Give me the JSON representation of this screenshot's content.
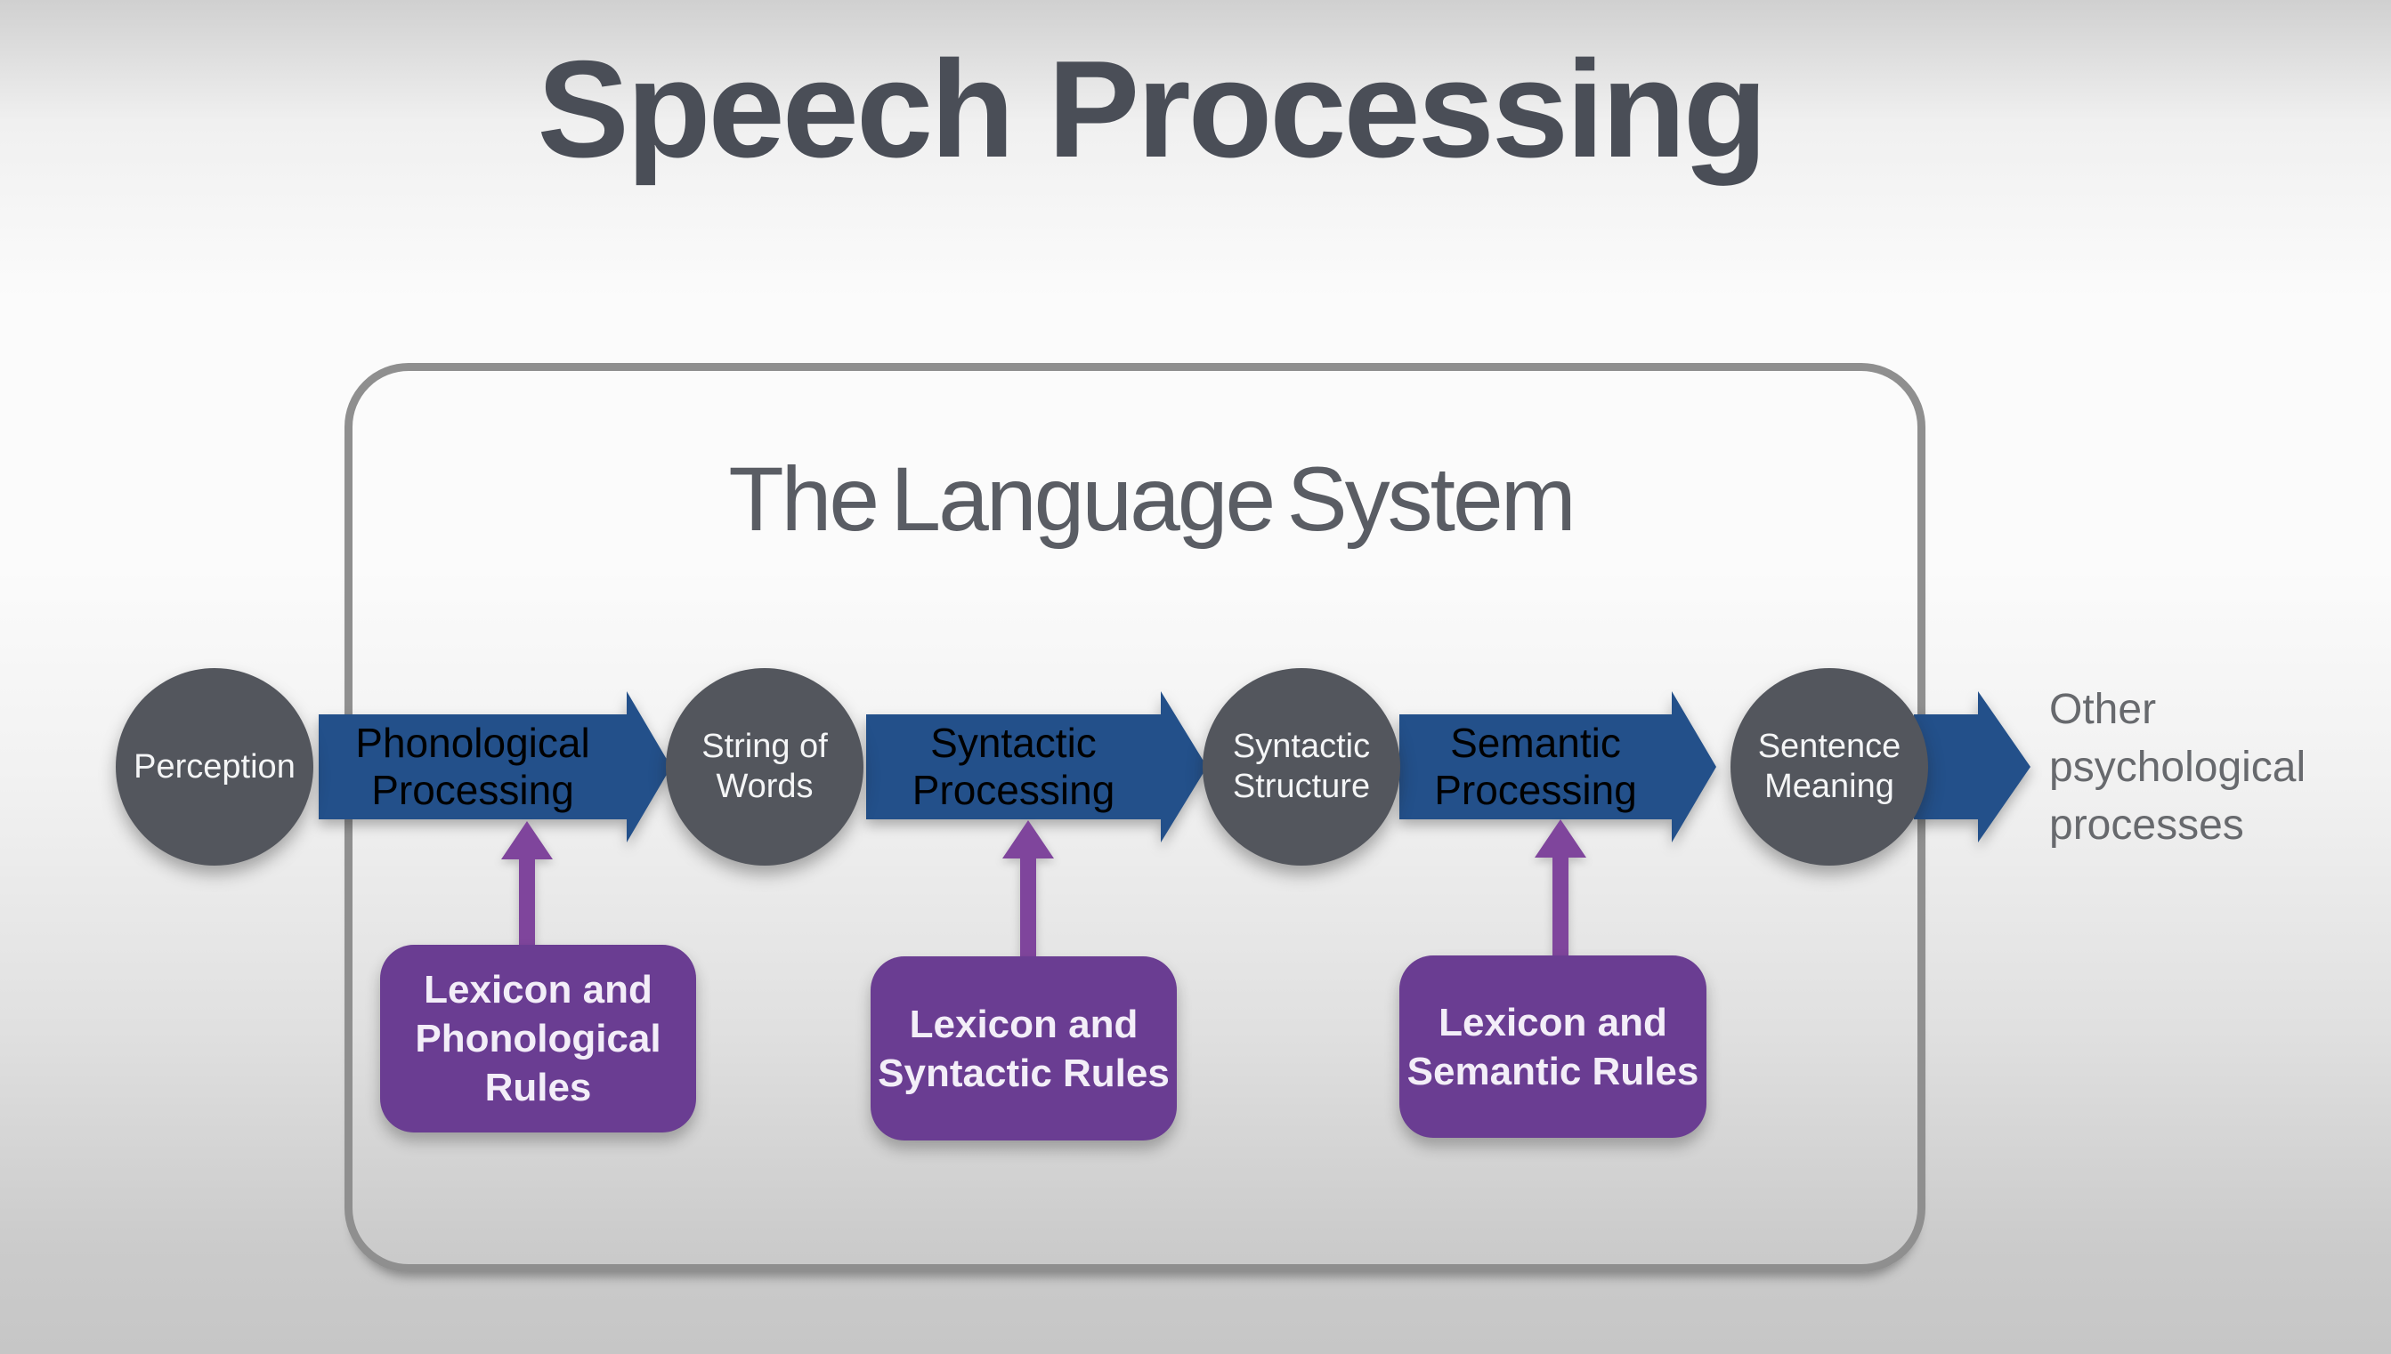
{
  "title": "Speech Processing",
  "system_box": {
    "title": "The Language System"
  },
  "flow": {
    "circles": [
      {
        "id": "perception",
        "lines": [
          "Perception",
          ""
        ]
      },
      {
        "id": "string-of-words",
        "lines": [
          "String of",
          "Words"
        ]
      },
      {
        "id": "syntactic-structure",
        "lines": [
          "Syntactic",
          "Structure"
        ]
      },
      {
        "id": "sentence-meaning",
        "lines": [
          "Sentence",
          "Meaning"
        ]
      }
    ],
    "process_arrows": [
      {
        "id": "phonological-processing",
        "lines": [
          "Phonological",
          "Processing"
        ]
      },
      {
        "id": "syntactic-processing",
        "lines": [
          "Syntactic",
          "Processing"
        ]
      },
      {
        "id": "semantic-processing",
        "lines": [
          "Semantic",
          "Processing"
        ]
      },
      {
        "id": "output-arrow",
        "lines": [
          "",
          ""
        ]
      }
    ],
    "output_label": {
      "lines": [
        "Other",
        "psychological",
        "processes"
      ]
    }
  },
  "rule_boxes": [
    {
      "id": "lexicon-phonological-rules",
      "lines": [
        "Lexicon and",
        "Phonological",
        "Rules"
      ]
    },
    {
      "id": "lexicon-syntactic-rules",
      "lines": [
        "Lexicon and",
        "Syntactic Rules",
        ""
      ]
    },
    {
      "id": "lexicon-semantic-rules",
      "lines": [
        "Lexicon and",
        "Semantic Rules",
        ""
      ]
    }
  ],
  "colors": {
    "title_text": "#4a4e57",
    "system_border": "#8f8f8f",
    "system_title_text": "#5a5d64",
    "node_circle_fill": "#53565d",
    "node_circle_text": "#f4f5f6",
    "process_arrow_fill": "#23508a",
    "process_arrow_text": "#eef2f8",
    "rule_box_fill": "#6a3d92",
    "rule_arrow_fill": "#7f459c",
    "output_text": "#67696d"
  }
}
